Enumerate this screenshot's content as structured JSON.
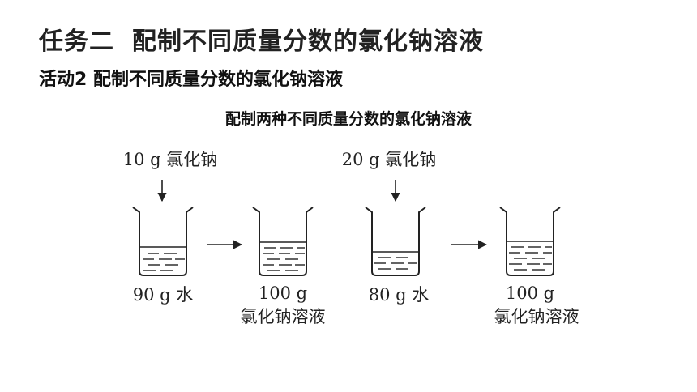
{
  "title_part1": "任务二",
  "title_part2": "配制不同质量分数的氯化钠溶液",
  "subtitle": "活动2  配制不同质量分数的氯化钠溶液",
  "caption": "配制两种不同质量分数的氯化钠溶液",
  "left_group": {
    "solute": "10 g 氯化钠",
    "water": "90 g 水",
    "result_mass": "100 g",
    "result_name": "氯化钠溶液"
  },
  "right_group": {
    "solute": "20 g 氯化钠",
    "water": "80 g 水",
    "result_mass": "100 g",
    "result_name": "氯化钠溶液"
  }
}
